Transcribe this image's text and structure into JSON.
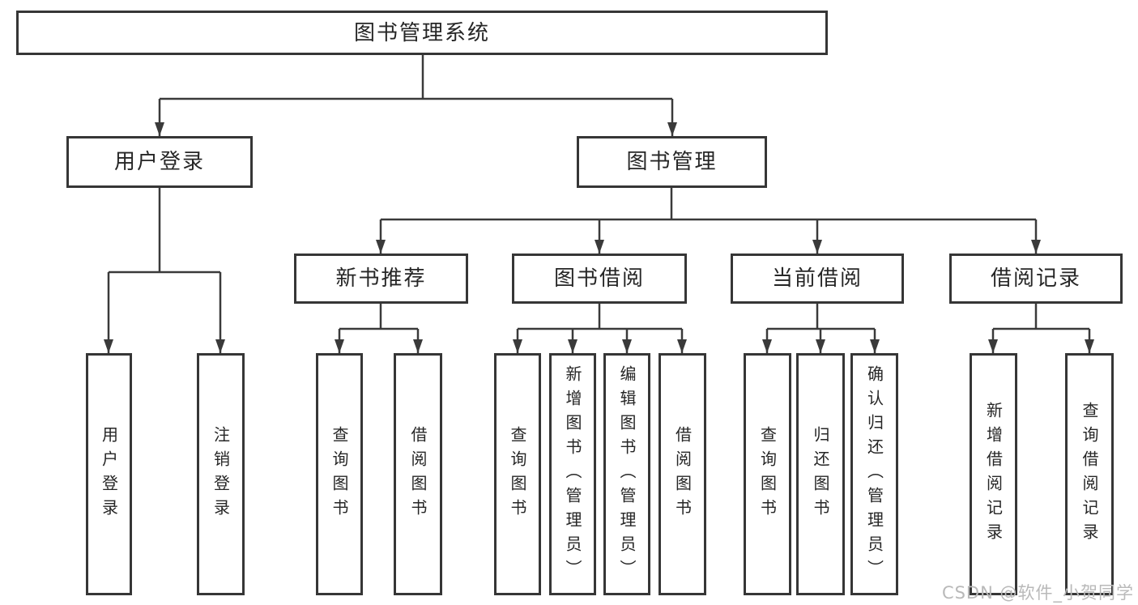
{
  "diagram": {
    "root": {
      "label": "图书管理系统"
    },
    "branches": [
      {
        "label": "用户登录",
        "children": [
          {
            "label": "用户登录"
          },
          {
            "label": "注销登录"
          }
        ]
      },
      {
        "label": "图书管理",
        "groups": [
          {
            "label": "新书推荐",
            "children": [
              {
                "label": "查询图书"
              },
              {
                "label": "借阅图书"
              }
            ]
          },
          {
            "label": "图书借阅",
            "children": [
              {
                "label": "查询图书"
              },
              {
                "label": "新增图书（管理员）"
              },
              {
                "label": "编辑图书（管理员）"
              },
              {
                "label": "借阅图书"
              }
            ]
          },
          {
            "label": "当前借阅",
            "children": [
              {
                "label": "查询图书"
              },
              {
                "label": "归还图书"
              },
              {
                "label": "确认归还（管理员）"
              }
            ]
          },
          {
            "label": "借阅记录",
            "children": [
              {
                "label": "新增借阅记录"
              },
              {
                "label": "查询借阅记录"
              }
            ]
          }
        ]
      }
    ]
  },
  "watermark": {
    "text": "CSDN @软件_小贺同学"
  }
}
